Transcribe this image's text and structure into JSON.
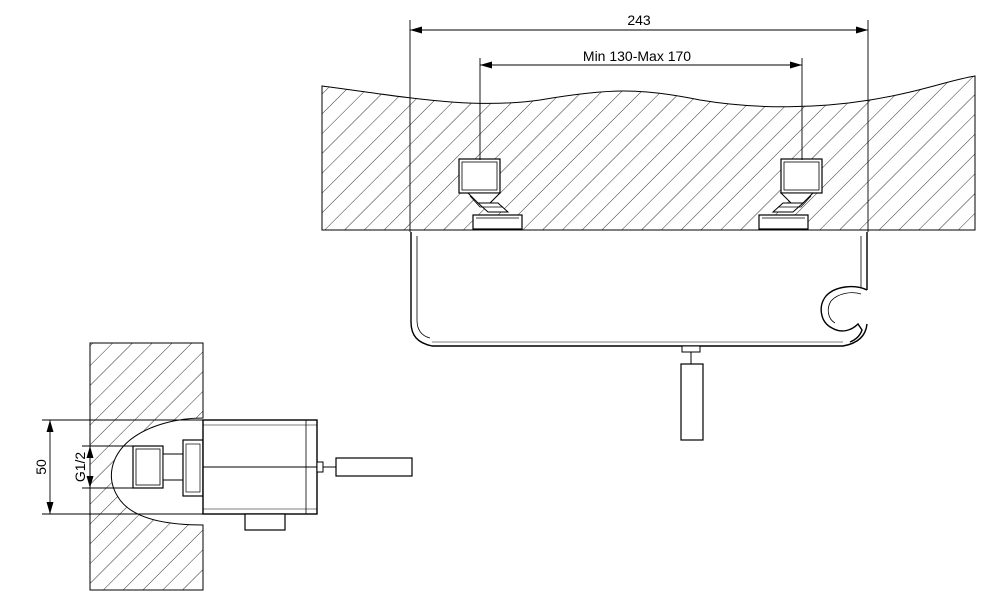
{
  "dimensions": {
    "overall_width": "243",
    "center_distance": "Min 130-Max 170",
    "body_height": "50",
    "thread": "G1/2"
  }
}
